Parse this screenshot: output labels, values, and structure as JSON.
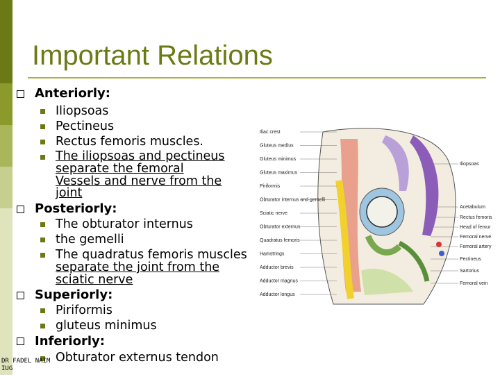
{
  "title": "Important Relations",
  "sections": [
    {
      "heading": "Anteriorly:",
      "items": [
        "Iliopsoas",
        "Pectineus",
        "Rectus femoris muscles.",
        "The iliopsoas and pectineus",
        "separate the femoral",
        "Vessels and nerve from the",
        "joint"
      ]
    },
    {
      "heading": "Posteriorly:",
      "items": [
        "The obturator internus",
        "the gemelli",
        "The quadratus femoris muscles",
        "separate the joint from the",
        "sciatic nerve"
      ]
    },
    {
      "heading": "Superiorly:",
      "items": [
        "Piriformis",
        "gluteus minimus"
      ]
    },
    {
      "heading": "Inferiorly:",
      "items": [
        "Obturator externus tendon"
      ]
    }
  ],
  "footer": {
    "line1": "DR FADEL NAIM",
    "line2": "IUG"
  },
  "figure": {
    "left_labels": [
      "Iliac crest",
      "Gluteus medius",
      "Gluteus minimus",
      "Gluteus maximus",
      "Piriformis",
      "Obturator internus and gemelli",
      "Sciatic nerve",
      "Obturator externus",
      "Quadratus femoris",
      "Hamstrings",
      "Adductor brevis",
      "Adductor magnus",
      "Adductor longus"
    ],
    "right_labels": [
      "Iliopsoas",
      "Acetabulum",
      "Rectus femoris",
      "Head of femur",
      "Femoral nerve",
      "Femoral artery",
      "Pectineus",
      "Sartorius",
      "Femoral vein"
    ]
  },
  "colors": {
    "accent": "#6b7a14",
    "sidebar": [
      "#6b7a14",
      "#8b9a2a",
      "#a9b75a",
      "#c6cf8e",
      "#dfe4bd"
    ]
  }
}
